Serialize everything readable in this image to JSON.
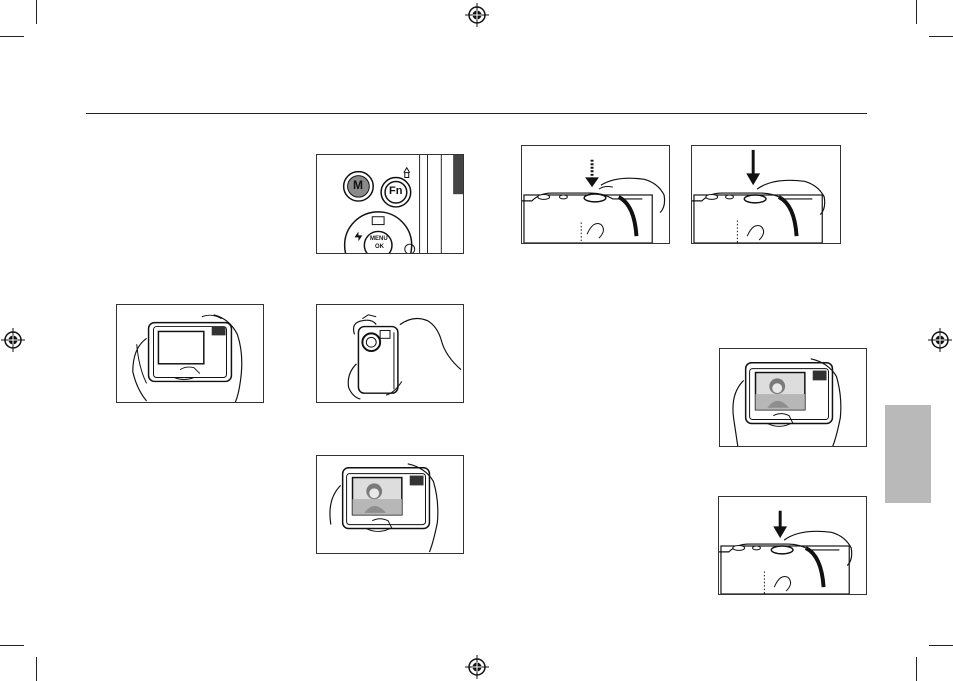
{
  "page": {
    "side_tab_color": "#b9b9b9",
    "rule_color": "#222222"
  },
  "figures": {
    "camera_buttons": {
      "m_button_label": "M",
      "fn_button_label": "Fn",
      "menu_button_label": "MENU",
      "ok_label": "OK"
    }
  },
  "icons": {
    "registration": "registration-mark-icon",
    "press_half": "dashed-arrow-down-icon",
    "press_full": "solid-arrow-down-icon"
  }
}
